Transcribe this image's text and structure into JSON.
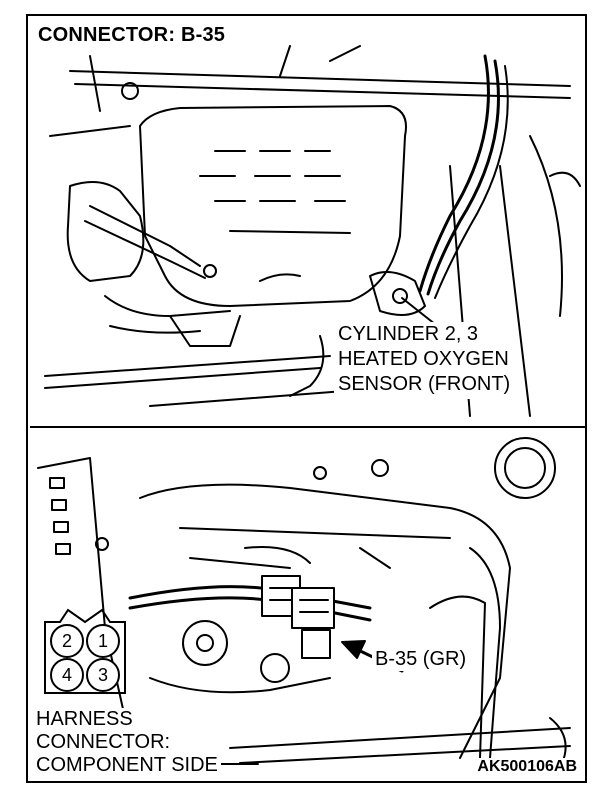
{
  "header": {
    "title": "CONNECTOR: B-35"
  },
  "sensor_callout": {
    "lines": [
      "CYLINDER 2, 3",
      "HEATED OXYGEN",
      "SENSOR (FRONT)"
    ]
  },
  "connector_callout": {
    "label": "B-35 (GR)"
  },
  "harness_callout": {
    "lines": [
      "HARNESS",
      "CONNECTOR:",
      "COMPONENT SIDE"
    ]
  },
  "pin_diagram": {
    "pins": [
      "2",
      "1",
      "4",
      "3"
    ]
  },
  "figure_id": "AK500106AB"
}
